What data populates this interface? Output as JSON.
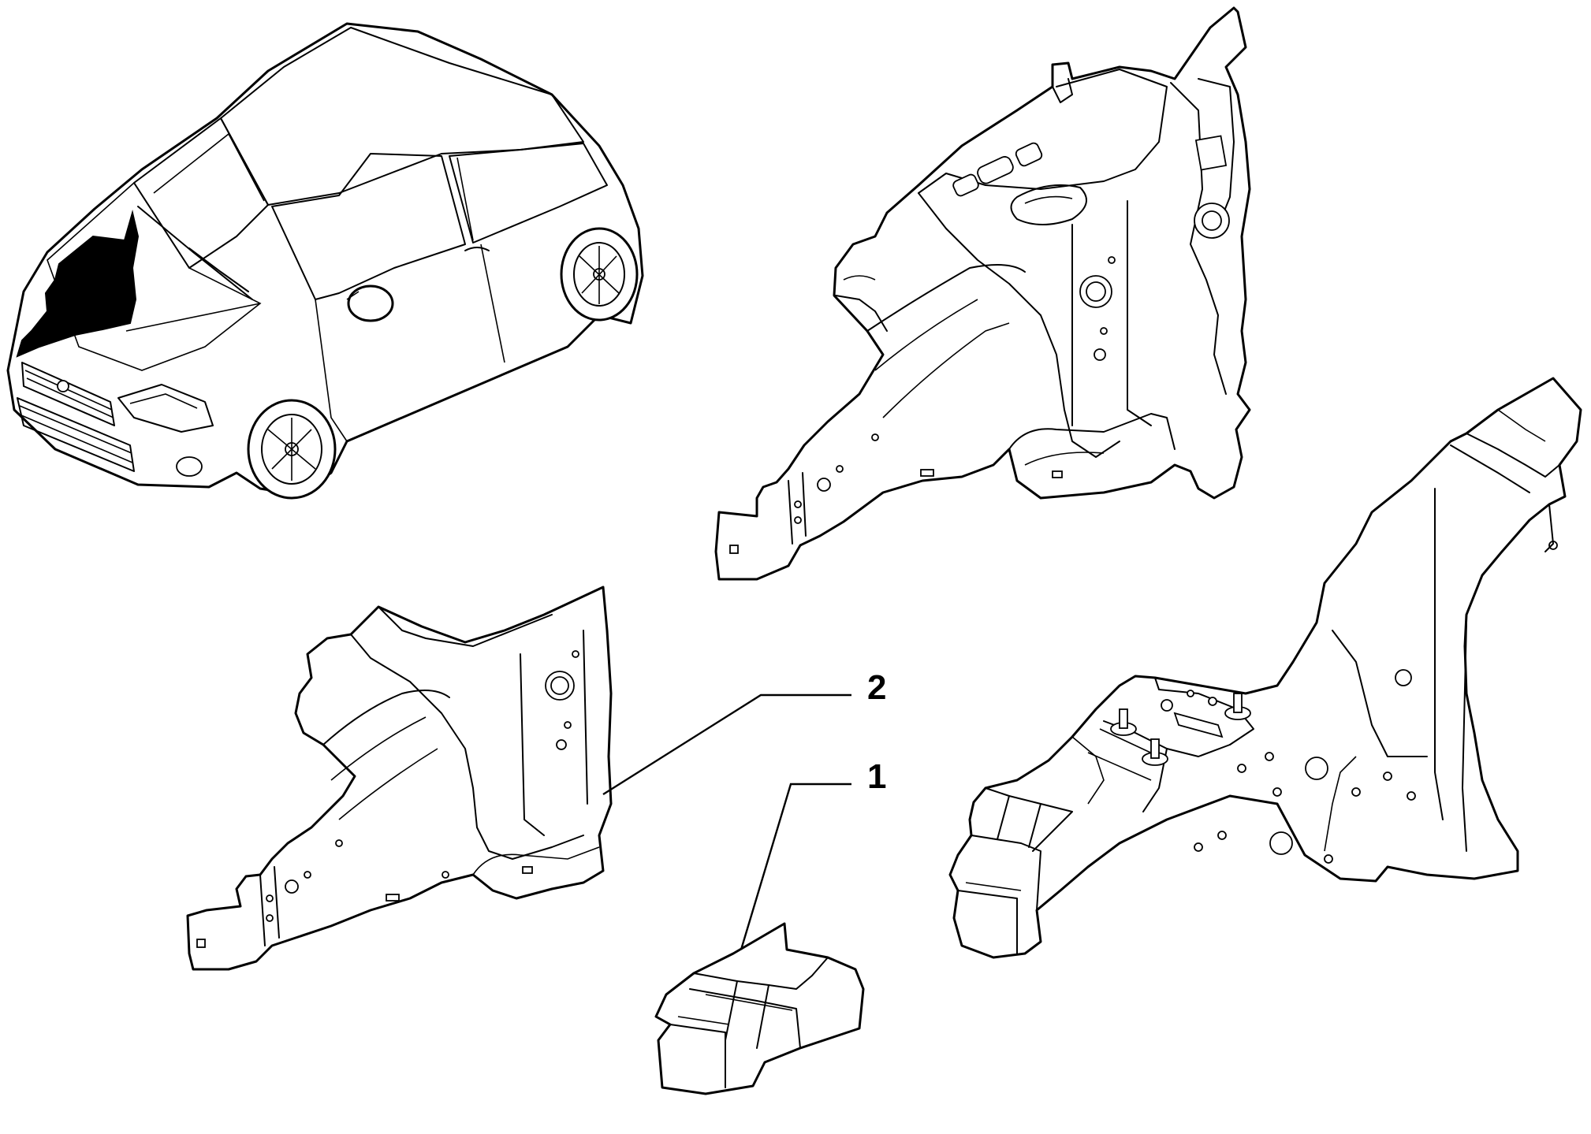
{
  "callouts": [
    {
      "id": "1",
      "label": "1"
    },
    {
      "id": "2",
      "label": "2"
    }
  ],
  "colors": {
    "line": "#000000",
    "background": "#ffffff",
    "highlight": "#000000"
  }
}
